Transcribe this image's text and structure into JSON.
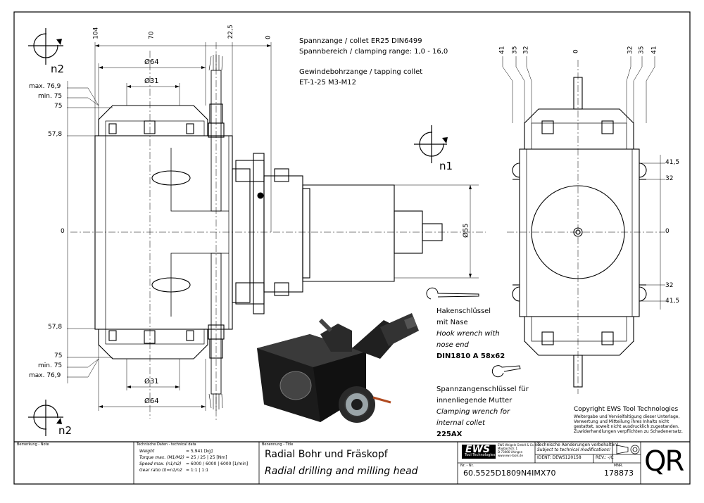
{
  "spec": {
    "line1": "Spannzange / collet    ER25    DIN6499",
    "line2": "Spannbereich / clamping range: 1,0 - 16,0",
    "line3": "Gewindebohrzange / tapping collet",
    "line4": "ET-1-25  M3-M12"
  },
  "dims": {
    "d104": "104",
    "d70": "70",
    "d225": "22,5",
    "d0top": "0",
    "d64": "Ø64",
    "d31": "Ø31",
    "d55": "Ø55",
    "max769": "max. 76,9",
    "min75": "min. 75",
    "d75": "75",
    "d578": "57,8",
    "d0": "0",
    "r41": "41",
    "r35": "35",
    "r32": "32",
    "r415": "41,5",
    "n1": "n1",
    "n2": "n2"
  },
  "wrench": {
    "hook_de1": "Hakenschlüssel",
    "hook_de2": "mit Nase",
    "hook_en1": "Hook wrench with",
    "hook_en2": "nose end",
    "hook_std": "DIN1810 A 58x62",
    "clamp_de1": "Spannzangenschlüssel für",
    "clamp_de2": "innenliegende Mutter",
    "clamp_en1": "Clamping wrench for",
    "clamp_en2": "internal collet",
    "clamp_code": "225AX"
  },
  "copyright": {
    "title": "Copyright EWS Tool Technologies",
    "l1": "Weitergabe und Vervielfaltigung dieser Unterlage,",
    "l2": "Verwertung und Mitteilung ihres Inhalts nicht",
    "l3": "gestattet, soweit nicht ausdrucklich zugestanden.",
    "l4": "Zuwiderhandlungen verpflichten zu Schadenersatz."
  },
  "titleblock": {
    "remark_label": "Bemerkung - Note",
    "tech_label": "Technische Daten - technical data",
    "weight_k": "Weight",
    "weight_v": "= 5,941 [kg]",
    "torque_k": "Torque max. (M1/M2)",
    "torque_v": "= 25 / 25 | 25 [Nm]",
    "speed_k": "Speed max. (n1/n2)",
    "speed_v": "= 6000 / 6000 | 6000 [1/min]",
    "ratio_k": "Gear ratio (i)=n1/n2",
    "ratio_v": "= 1:1 | 1:1",
    "name_label": "Benennung - Title",
    "name_de": "Radial Bohr und Fräskopf",
    "name_en": "Radial drilling and milling head",
    "nr_label": "Nr. - Nr.",
    "part_no": "60.5525D1809N4IMX70",
    "logo": "EWS",
    "logo_sub": "Tool Technologies",
    "company_l1": "EWS Weigele GmbH & Co. KG",
    "company_l2": "Maybachstr. 1",
    "company_l3": "D-73066 Uhingen",
    "company_l4": "www.ews-tools.de",
    "change_de": "Technische Aenderungen vorbehalten!",
    "change_en": "Subject to technical modifications!",
    "ident": "IDENT:  DEWS120158",
    "rev": "REV.: -/C",
    "mnr_label": "MNR.",
    "mnr": "178873",
    "qr": "QR"
  }
}
